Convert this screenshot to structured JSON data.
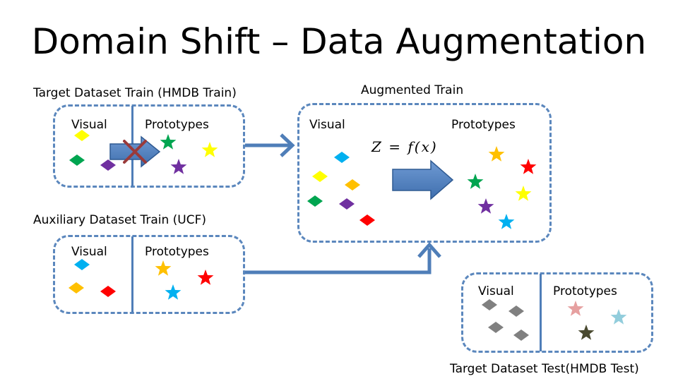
{
  "title": "Domain Shift – Data Augmentation",
  "panels": {
    "target_train": {
      "label": "Target Dataset Train (HMDB Train)",
      "visual": "Visual",
      "prototypes": "Prototypes",
      "crossed_out": true
    },
    "auxiliary_train": {
      "label": "Auxiliary Dataset Train (UCF)",
      "visual": "Visual",
      "prototypes": "Prototypes"
    },
    "augmented_train": {
      "label": "Augmented Train",
      "visual": "Visual",
      "prototypes": "Prototypes",
      "formula": "Z = f(x)"
    },
    "target_test": {
      "label": "Target Dataset Test(HMDB Test)",
      "visual": "Visual",
      "prototypes": "Prototypes"
    }
  },
  "colors": {
    "border": "#5b87bd",
    "arrow": "#4f7eb8",
    "cross": "#9a3a3a",
    "yellow": "#ffff00",
    "green": "#00a550",
    "purple": "#7030a0",
    "cyan": "#00b0f0",
    "orange": "#ffc000",
    "red": "#ff0000",
    "gray": "#808080",
    "pink": "#e6a0a0",
    "olive": "#4a4a30",
    "lightblue": "#92cddc"
  }
}
